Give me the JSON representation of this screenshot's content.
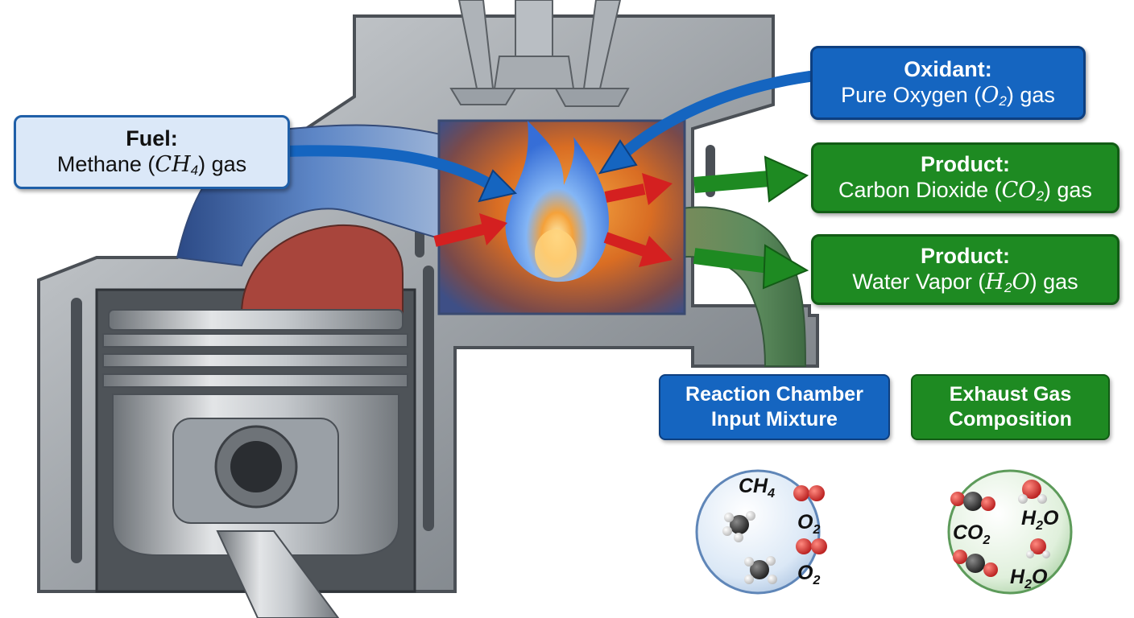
{
  "labels": {
    "fuel": {
      "title": "Fuel:",
      "text_before": "Methane (",
      "formula": "CH",
      "sub": "4",
      "text_after": ") gas"
    },
    "oxidant": {
      "title": "Oxidant:",
      "text_before": "Pure Oxygen (",
      "formula": "O",
      "sub": "2",
      "text_after": ") gas"
    },
    "product_co2": {
      "title": "Product:",
      "text_before": "Carbon Dioxide (",
      "formula": "CO",
      "sub": "2",
      "text_after": ") gas"
    },
    "product_h2o": {
      "title": "Product:",
      "text_before": "Water Vapor (",
      "formula": "H",
      "sub": "2",
      "formula2": "O",
      "text_after": ") gas"
    }
  },
  "captions": {
    "input": {
      "line1": "Reaction Chamber",
      "line2": "Input Mixture"
    },
    "exhaust": {
      "line1": "Exhaust Gas",
      "line2": "Composition"
    }
  },
  "input_mixture": {
    "ch4": {
      "main": "CH",
      "sub": "4"
    },
    "o2_a": {
      "main": "O",
      "sub": "2"
    },
    "o2_b": {
      "main": "O",
      "sub": "2"
    }
  },
  "exhaust_mixture": {
    "co2": {
      "main": "CO",
      "sub": "2"
    },
    "h2o_a": {
      "main": "H",
      "sub": "2",
      "tail": "O"
    },
    "h2o_b": {
      "main": "H",
      "sub": "2",
      "tail": "O"
    }
  },
  "colors": {
    "fuel_accent": "#1f5fa8",
    "oxidant_blue": "#1565c0",
    "product_green": "#1e8a22",
    "arrow_red": "#d42020",
    "metal_gray": "#9aa0a6"
  }
}
